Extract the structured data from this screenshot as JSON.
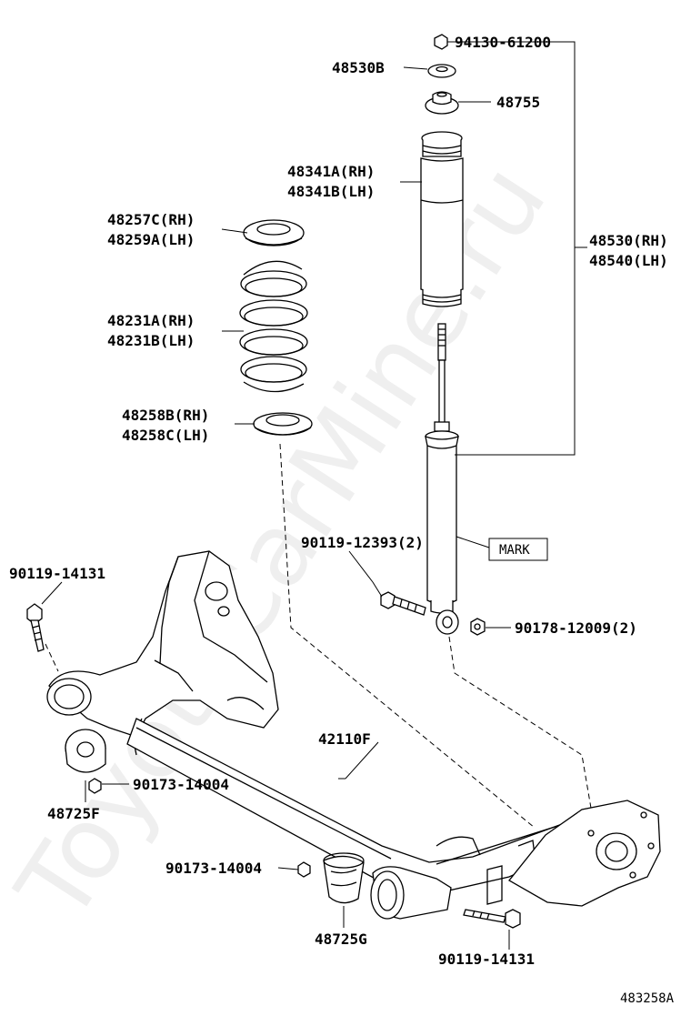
{
  "watermark": "ToyotaCarMine.ru",
  "figure_id": "483258A",
  "callouts": {
    "nut_top": "94130-61200",
    "cushion_upper": "48530B",
    "support": "48755",
    "bumper_rh": "48341A(RH)",
    "bumper_lh": "48341B(LH)",
    "shock_rh": "48530(RH)",
    "shock_lh": "48540(LH)",
    "insulator_upper_rh": "48257C(RH)",
    "insulator_upper_lh": "48259A(LH)",
    "spring_rh": "48231A(RH)",
    "spring_lh": "48231B(LH)",
    "insulator_lower_rh": "48258B(RH)",
    "insulator_lower_lh": "48258C(LH)",
    "bolt_shock": "90119-12393(2)",
    "mark": "MARK",
    "bolt_left": "90119-14131",
    "nut_shock": "90178-12009(2)",
    "axle_beam": "42110F",
    "nut_bushing_left": "90173-14004",
    "bushing_left": "48725F",
    "nut_bushing_right": "90173-14004",
    "bushing_right": "48725G",
    "bolt_bottom": "90119-14131"
  }
}
